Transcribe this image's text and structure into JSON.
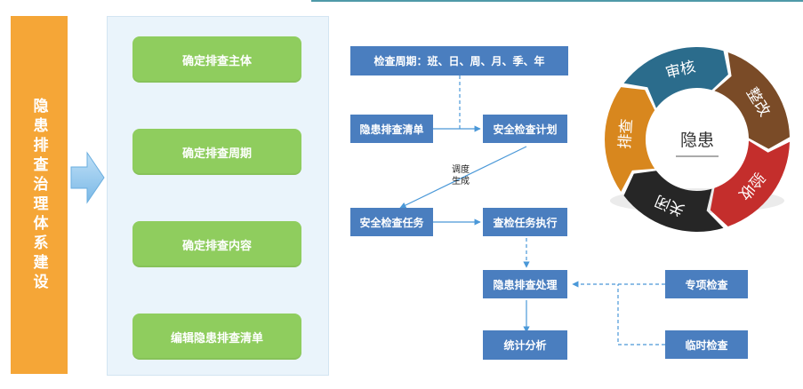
{
  "title": "隐患排查治理体系建设",
  "steps": [
    "确定排查主体",
    "确定排查周期",
    "确定排查内容",
    "编辑隐患排查清单"
  ],
  "flow": {
    "cycle": "检查周期：班、日、周、月、季、年",
    "checklist": "隐患排查清单",
    "plan": "安全检查计划",
    "dispatch_note": [
      "调度",
      "生成"
    ],
    "task": "安全检查任务",
    "execute": "查检任务执行",
    "process": "隐患排查处理",
    "special": "专项检查",
    "temporary": "临时检查",
    "stats": "统计分析"
  },
  "ring": {
    "center": "隐患",
    "segments": [
      {
        "label": "排查",
        "color": "#d8871e"
      },
      {
        "label": "审核",
        "color": "#2b6c8c"
      },
      {
        "label": "整改",
        "color": "#7a4b27"
      },
      {
        "label": "验收",
        "color": "#c42e2c"
      },
      {
        "label": "关闭",
        "color": "#262626"
      }
    ]
  },
  "colors": {
    "title_bar": "#f5a637",
    "step_button": "#8fcd5e",
    "flow_box": "#4a7ebf",
    "connector": "#4a98d8"
  }
}
